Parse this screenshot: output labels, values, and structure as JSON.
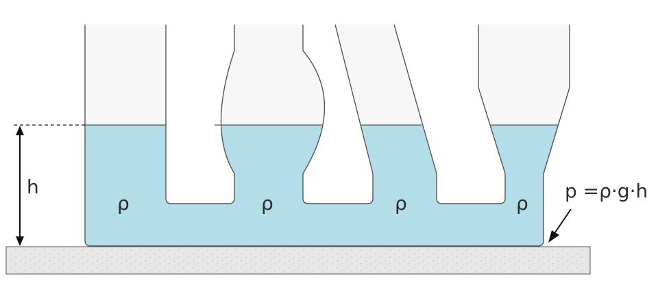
{
  "diagram": {
    "height_label": "h",
    "density_labels": [
      "ρ",
      "ρ",
      "ρ",
      "ρ"
    ],
    "pressure_formula": "p =ρ·g·h",
    "colors": {
      "liquid": "#b3dde9",
      "vessel_empty": "#f7f7f7",
      "outline": "#555555",
      "ground": "#e8e8e8",
      "ground_dots": "#9a9a9a",
      "text": "#2b2b2b"
    }
  }
}
